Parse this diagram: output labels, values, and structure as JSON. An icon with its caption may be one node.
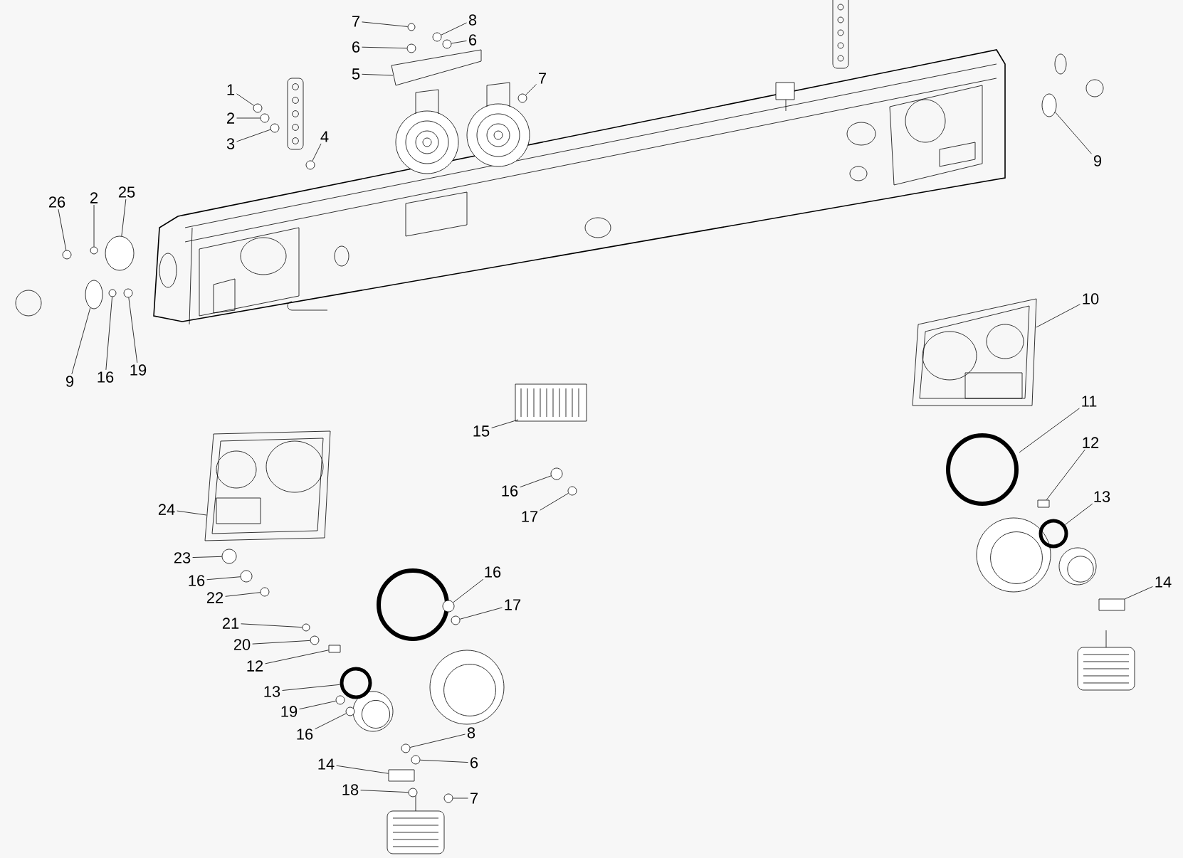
{
  "diagram": {
    "nodes": [
      {
        "text": [
          "1"
        ]
      },
      {
        "text": [
          "2"
        ]
      },
      {
        "text": [
          "3"
        ]
      },
      {
        "text": [
          "4"
        ]
      },
      {
        "text": [
          "5"
        ]
      },
      {
        "text": [
          "6"
        ]
      },
      {
        "text": [
          "7"
        ]
      },
      {
        "text": [
          "8"
        ]
      },
      {
        "text": [
          "6"
        ]
      },
      {
        "text": [
          "7"
        ]
      },
      {
        "text": [
          "26"
        ]
      },
      {
        "text": [
          "2"
        ]
      },
      {
        "text": [
          "25"
        ]
      },
      {
        "text": [
          "9"
        ]
      },
      {
        "text": [
          "16"
        ]
      },
      {
        "text": [
          "19"
        ]
      },
      {
        "text": [
          "9"
        ]
      },
      {
        "text": [
          "10"
        ]
      },
      {
        "text": [
          "11"
        ]
      },
      {
        "text": [
          "12"
        ]
      },
      {
        "text": [
          "13"
        ]
      },
      {
        "text": [
          "14"
        ]
      },
      {
        "text": [
          "15"
        ]
      },
      {
        "text": [
          "16"
        ]
      },
      {
        "text": [
          "17"
        ]
      },
      {
        "text": [
          "24"
        ]
      },
      {
        "text": [
          "23"
        ]
      },
      {
        "text": [
          "16"
        ]
      },
      {
        "text": [
          "22"
        ]
      },
      {
        "text": [
          "21"
        ]
      },
      {
        "text": [
          "20"
        ]
      },
      {
        "text": [
          "12"
        ]
      },
      {
        "text": [
          "13"
        ]
      },
      {
        "text": [
          "19"
        ]
      },
      {
        "text": [
          "16"
        ]
      },
      {
        "text": [
          "16"
        ]
      },
      {
        "text": [
          "17"
        ]
      },
      {
        "text": [
          "8"
        ]
      },
      {
        "text": [
          "6"
        ]
      },
      {
        "text": [
          "14"
        ]
      },
      {
        "text": [
          "18"
        ]
      },
      {
        "text": [
          "7"
        ]
      },
      {
        "text": [],
        "shape": "circle"
      },
      {
        "text": [],
        "shape": "circle"
      },
      {
        "text": [],
        "shape": "circle"
      },
      {
        "text": [],
        "shape": "circle"
      },
      {
        "text": [],
        "shape": "circle"
      },
      {
        "text": [],
        "shape": "circle"
      },
      {
        "text": [],
        "shape": "circle"
      },
      {
        "text": [],
        "shape": "circle"
      },
      {
        "text": [],
        "shape": "circle"
      },
      {
        "text": [],
        "shape": "circle"
      },
      {
        "text": [],
        "shape": "circle"
      },
      {
        "text": [],
        "shape": "circle"
      },
      {
        "text": [],
        "shape": "circle"
      },
      {
        "text": [],
        "shape": "circle"
      },
      {
        "text": [],
        "shape": "circle"
      },
      {
        "text": [],
        "shape": "circle"
      },
      {
        "text": [],
        "shape": "box"
      },
      {
        "text": [],
        "shape": "box"
      },
      {
        "text": [],
        "shape": "circle"
      },
      {
        "text": [],
        "shape": "circle"
      },
      {
        "text": [],
        "shape": "circle"
      },
      {
        "text": [],
        "shape": "circle"
      },
      {
        "text": [],
        "shape": "circle"
      },
      {
        "text": [],
        "shape": "circle"
      },
      {
        "text": [],
        "shape": "circle"
      },
      {
        "text": [],
        "shape": "box"
      },
      {
        "text": [],
        "shape": "circle"
      },
      {
        "text": [],
        "shape": "circle"
      },
      {
        "text": [],
        "shape": "circle"
      },
      {
        "text": [],
        "shape": "circle"
      },
      {
        "text": [],
        "shape": "circle"
      },
      {
        "text": [],
        "shape": "circle"
      },
      {
        "text": [],
        "shape": "box"
      },
      {
        "text": [],
        "shape": "circle"
      },
      {
        "text": [],
        "shape": "circle"
      },
      {
        "text": [],
        "shape": "circle"
      },
      {
        "text": [],
        "shape": "circle"
      }
    ],
    "edges": [
      {
        "from": 0,
        "to": 42,
        "arrow": "none"
      },
      {
        "from": 1,
        "to": 43,
        "arrow": "none"
      },
      {
        "from": 2,
        "to": 44,
        "arrow": "none"
      },
      {
        "from": 3,
        "to": 45,
        "arrow": "none"
      },
      {
        "from": 4,
        "to": null,
        "arrow": "none"
      },
      {
        "from": 5,
        "to": 46,
        "arrow": "none"
      },
      {
        "from": 6,
        "to": 47,
        "arrow": "none"
      },
      {
        "from": 7,
        "to": 48,
        "arrow": "none"
      },
      {
        "from": 8,
        "to": 49,
        "arrow": "none"
      },
      {
        "from": 9,
        "to": 50,
        "arrow": "none"
      },
      {
        "from": 10,
        "to": 51,
        "arrow": "none"
      },
      {
        "from": 11,
        "to": 52,
        "arrow": "none"
      },
      {
        "from": 12,
        "to": 53,
        "arrow": "none"
      },
      {
        "from": 13,
        "to": 54,
        "arrow": "none"
      },
      {
        "from": 14,
        "to": 55,
        "arrow": "none"
      },
      {
        "from": 15,
        "to": 56,
        "arrow": "none"
      },
      {
        "from": 16,
        "to": 57,
        "arrow": "none"
      },
      {
        "from": 17,
        "to": null,
        "arrow": "none"
      },
      {
        "from": 18,
        "to": null,
        "arrow": "none"
      },
      {
        "from": 19,
        "to": 58,
        "arrow": "none"
      },
      {
        "from": 20,
        "to": 77,
        "arrow": "none"
      },
      {
        "from": 21,
        "to": 59,
        "arrow": "none"
      },
      {
        "from": 22,
        "to": null,
        "arrow": "none"
      },
      {
        "from": 23,
        "to": 60,
        "arrow": "none"
      },
      {
        "from": 24,
        "to": 61,
        "arrow": "none"
      },
      {
        "from": 25,
        "to": null,
        "arrow": "none"
      },
      {
        "from": 26,
        "to": 62,
        "arrow": "none"
      },
      {
        "from": 27,
        "to": 63,
        "arrow": "none"
      },
      {
        "from": 28,
        "to": 64,
        "arrow": "none"
      },
      {
        "from": 29,
        "to": 65,
        "arrow": "none"
      },
      {
        "from": 30,
        "to": 66,
        "arrow": "none"
      },
      {
        "from": 31,
        "to": 67,
        "arrow": "none"
      },
      {
        "from": 32,
        "to": 78,
        "arrow": "none"
      },
      {
        "from": 33,
        "to": 68,
        "arrow": "none"
      },
      {
        "from": 34,
        "to": 69,
        "arrow": "none"
      },
      {
        "from": 35,
        "to": 70,
        "arrow": "none"
      },
      {
        "from": 36,
        "to": 71,
        "arrow": "none"
      },
      {
        "from": 37,
        "to": 72,
        "arrow": "none"
      },
      {
        "from": 38,
        "to": 73,
        "arrow": "none"
      },
      {
        "from": 39,
        "to": 74,
        "arrow": "none"
      },
      {
        "from": 40,
        "to": 75,
        "arrow": "none"
      },
      {
        "from": 41,
        "to": 76,
        "arrow": "none"
      }
    ]
  }
}
